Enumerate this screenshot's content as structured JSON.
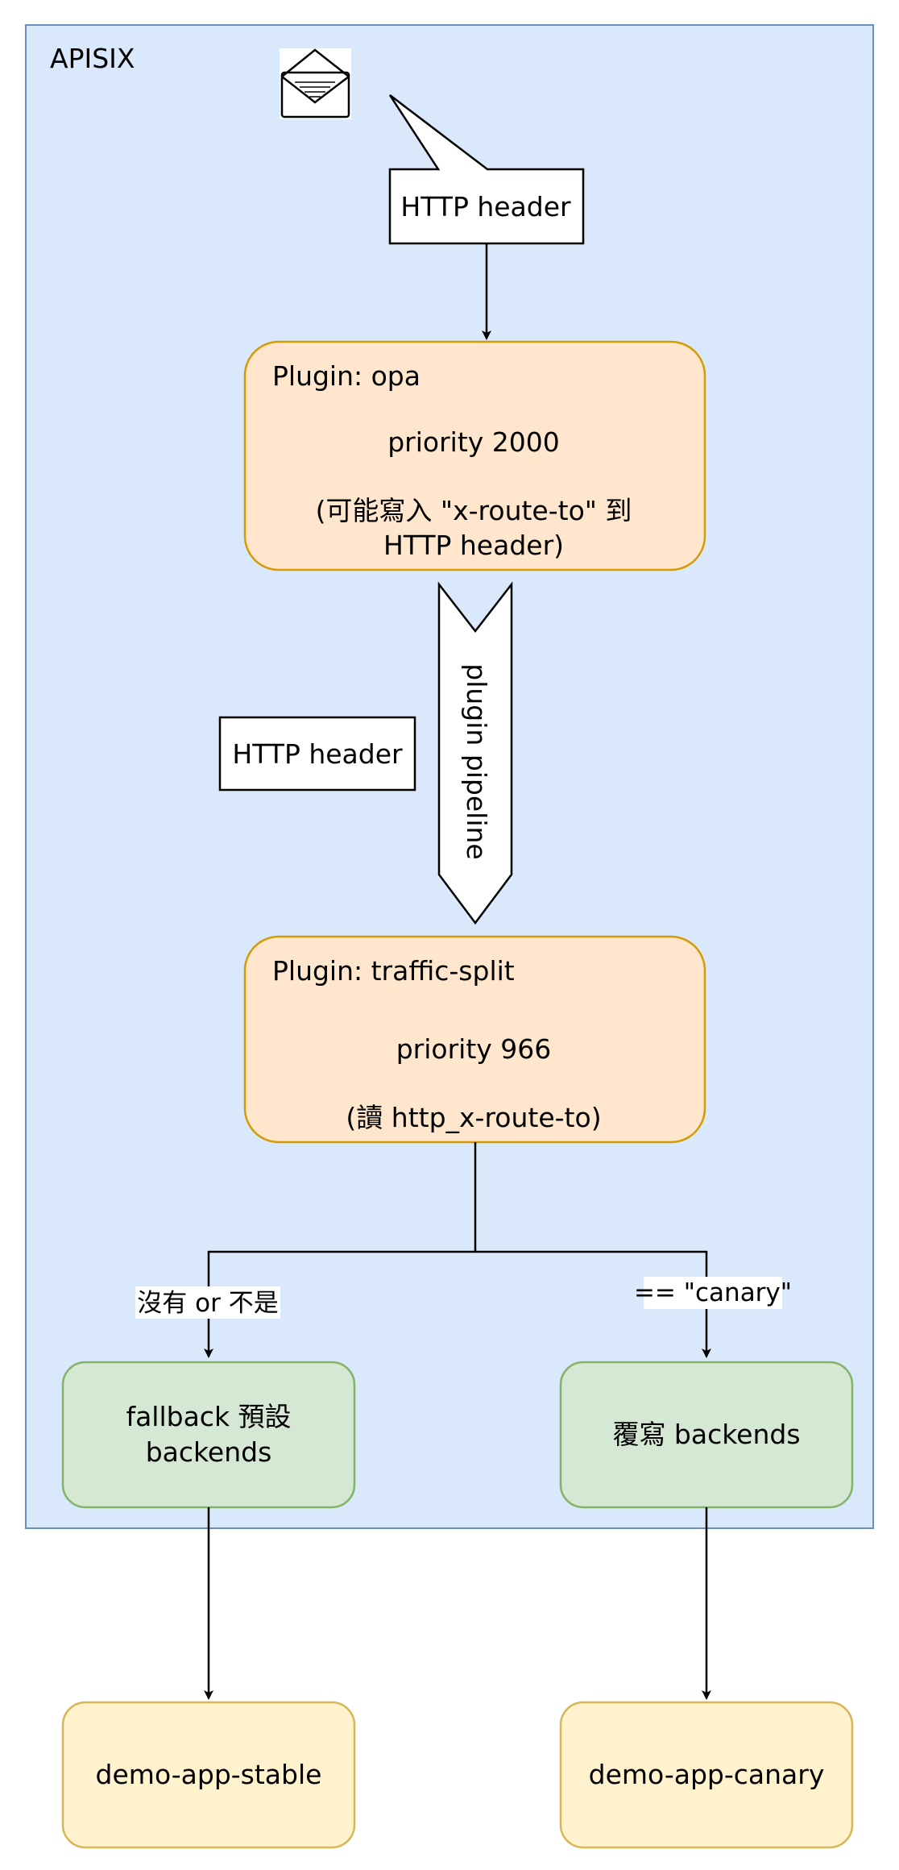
{
  "container": {
    "title": "APISIX",
    "fill": "#dae8fc",
    "stroke": "#6c8ebf"
  },
  "message": {
    "header_label": "HTTP header"
  },
  "plugin_opa": {
    "title": "Plugin: opa",
    "priority": "priority 2000",
    "note_line1": "(可能寫入 \"x-route-to\" 到",
    "note_line2": "HTTP header)",
    "fill": "#ffe6cc",
    "stroke": "#d79b00"
  },
  "pipeline": {
    "label": "plugin pipeline",
    "header_label": "HTTP header"
  },
  "plugin_split": {
    "title": "Plugin: traffic-split",
    "priority": "priority 966",
    "note": "(讀 http_x-route-to)",
    "fill": "#ffe6cc",
    "stroke": "#d79b00"
  },
  "branches": {
    "left_label": "沒有 or 不是",
    "right_label": "== \"canary\""
  },
  "backends": {
    "fallback_line1": "fallback 預設",
    "fallback_line2": "backends",
    "override": "覆寫 backends",
    "fill": "#d5e8d4",
    "stroke": "#82b366"
  },
  "apps": {
    "stable": "demo-app-stable",
    "canary": "demo-app-canary",
    "fill": "#fff2cc",
    "stroke": "#d6b656"
  },
  "icons": {
    "envelope": "envelope-icon"
  }
}
